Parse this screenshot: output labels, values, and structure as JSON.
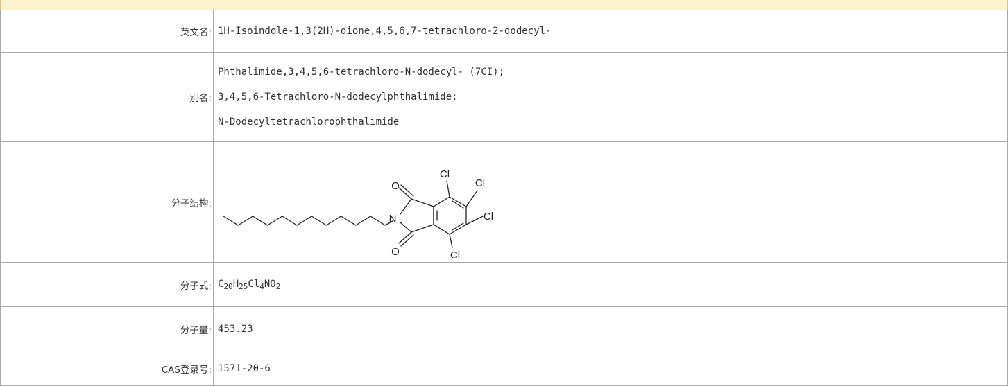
{
  "rows": {
    "english_name": {
      "label": "英文名:",
      "value": "1H-Isoindole-1,3(2H)-dione,4,5,6,7-tetrachloro-2-dodecyl-"
    },
    "aliases": {
      "label": "别名:",
      "values": [
        "Phthalimide,3,4,5,6-tetrachloro-N-dodecyl- (7CI);",
        "3,4,5,6-Tetrachloro-N-dodecylphthalimide;",
        "N-Dodecyltetrachlorophthalimide"
      ]
    },
    "structure": {
      "label": "分子结构:",
      "atom_labels": {
        "cl_top_left": "Cl",
        "cl_top_right": "Cl",
        "cl_right": "Cl",
        "cl_bottom": "Cl",
        "o_top": "O",
        "o_bottom": "O",
        "n": "N"
      }
    },
    "formula": {
      "label": "分子式:",
      "parts": [
        {
          "el": "C",
          "n": "20"
        },
        {
          "el": "H",
          "n": "25"
        },
        {
          "el": "Cl",
          "n": "4"
        },
        {
          "el": "N",
          "n": ""
        },
        {
          "el": "O",
          "n": "2"
        }
      ]
    },
    "molecular_weight": {
      "label": "分子量:",
      "value": "453.23"
    },
    "cas": {
      "label": "CAS登录号:",
      "value": "1571-20-6"
    }
  }
}
